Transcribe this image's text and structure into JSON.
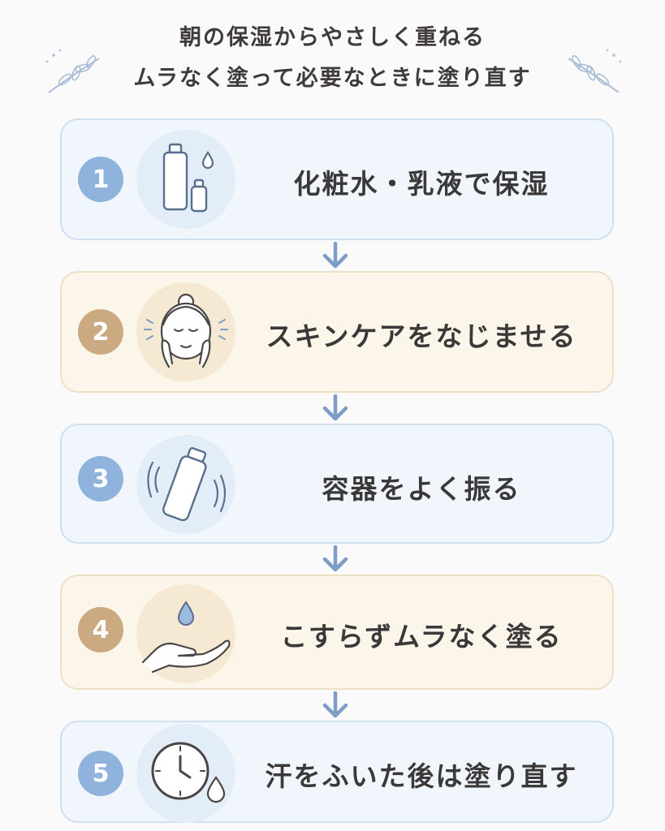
{
  "header": {
    "line1": "朝の保湿からやさしく重ねる",
    "line2": "ムラなく塗って必要なときに塗り直す"
  },
  "steps": [
    {
      "number": "1",
      "label": "化粧水・乳液で保湿",
      "icon": "lotion-bottles-icon",
      "theme": "blue"
    },
    {
      "number": "2",
      "label": "スキンケアをなじませる",
      "icon": "face-pat-icon",
      "theme": "beige"
    },
    {
      "number": "3",
      "label": "容器をよく振る",
      "icon": "shake-bottle-icon",
      "theme": "blue"
    },
    {
      "number": "4",
      "label": "こすらずムラなく塗る",
      "icon": "drop-on-hand-icon",
      "theme": "beige"
    },
    {
      "number": "5",
      "label": "汗をふいた後は塗り直す",
      "icon": "clock-drop-icon",
      "theme": "blue"
    }
  ],
  "colors": {
    "blue_accent": "#8fb3dc",
    "beige_accent": "#cba981",
    "arrow": "#7e9cc8"
  }
}
